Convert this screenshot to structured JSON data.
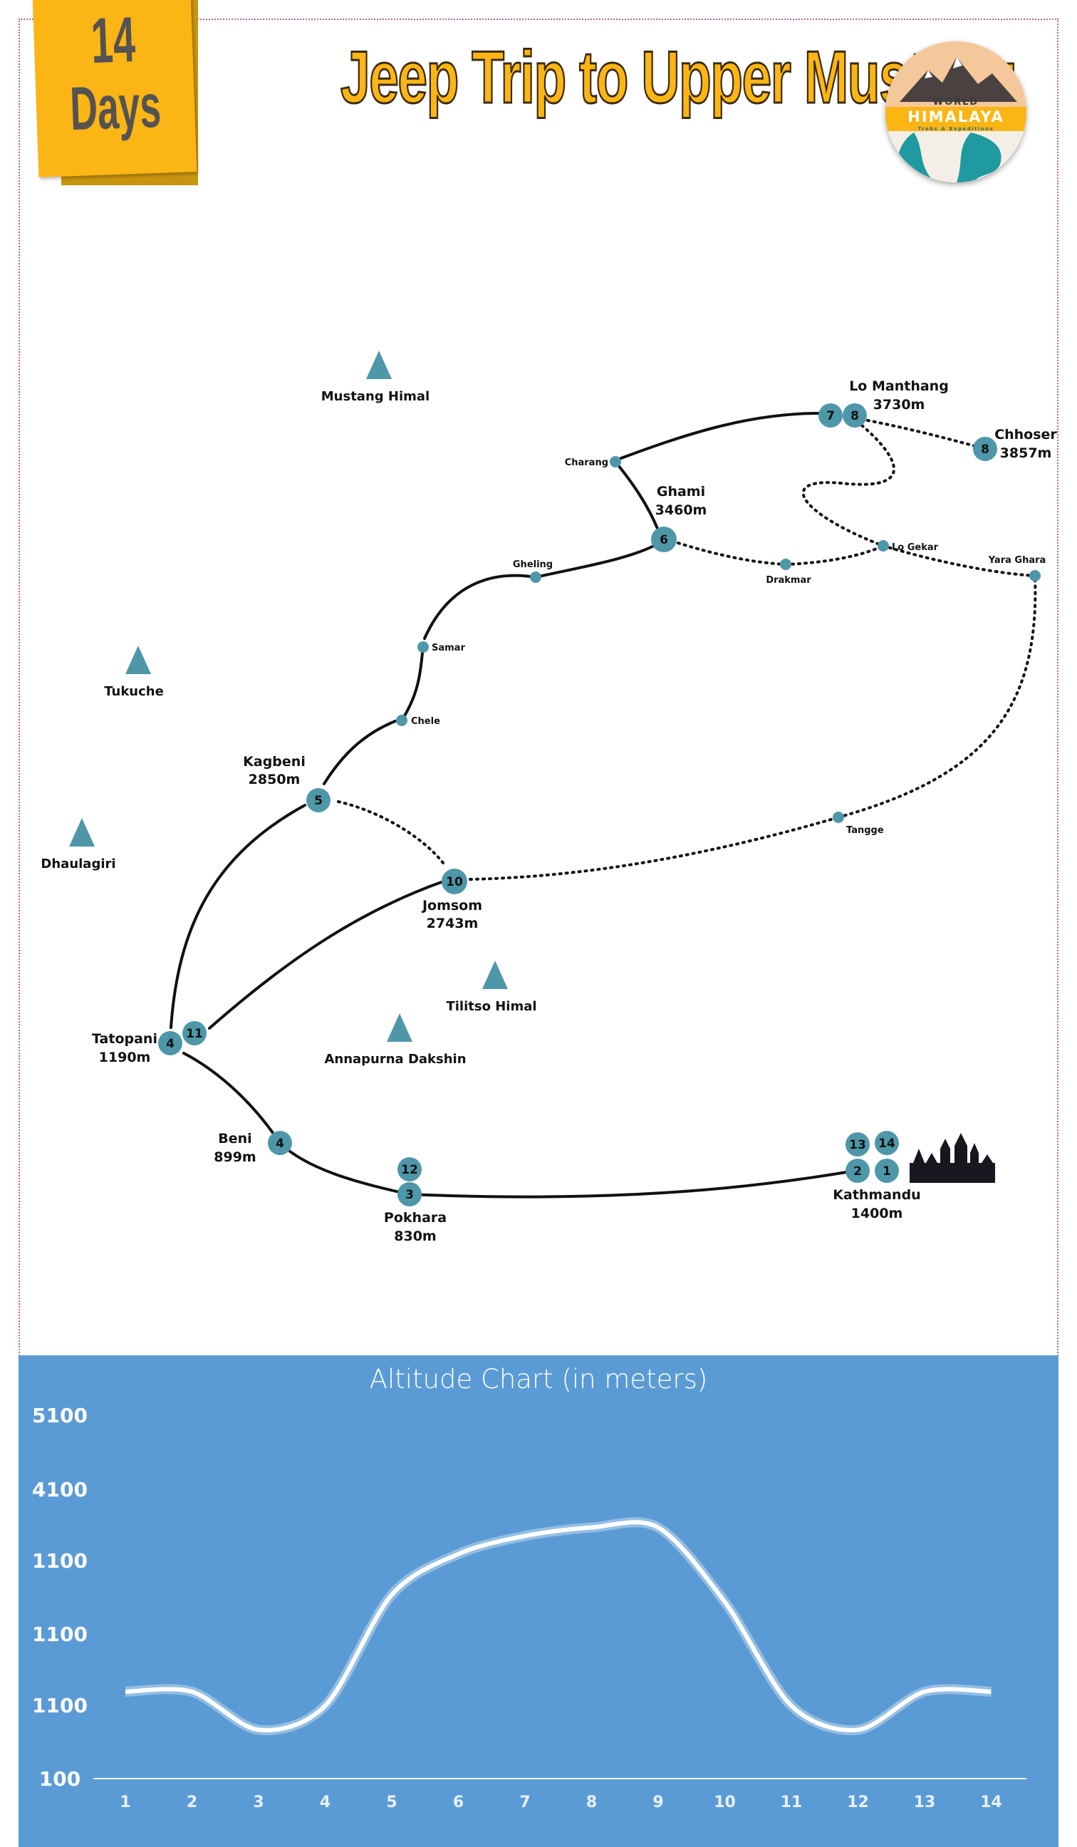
{
  "header": {
    "days_number": "14",
    "days_label": "Days",
    "title": "Jeep Trip to Upper Mustang",
    "logo": {
      "line1": "WORLD",
      "line2": "HIMALAYA",
      "line3": "Treks & Expeditions"
    }
  },
  "peaks": [
    {
      "name": "Mustang Himal"
    },
    {
      "name": "Tukuche"
    },
    {
      "name": "Dhaulagiri"
    },
    {
      "name": "Tilitso Himal"
    },
    {
      "name": "Annapurna Dakshin"
    }
  ],
  "places": {
    "lo_manthang": {
      "name": "Lo Manthang",
      "alt": "3730m"
    },
    "chhoser": {
      "name": "Chhoser",
      "alt": "3857m"
    },
    "ghami": {
      "name": "Ghami",
      "alt": "3460m"
    },
    "kagbeni": {
      "name": "Kagbeni",
      "alt": "2850m"
    },
    "jomsom": {
      "name": "Jomsom",
      "alt": "2743m"
    },
    "tatopani": {
      "name": "Tatopani",
      "alt": "1190m"
    },
    "beni": {
      "name": "Beni",
      "alt": "899m"
    },
    "pokhara": {
      "name": "Pokhara",
      "alt": "830m"
    },
    "kathmandu": {
      "name": "Kathmandu",
      "alt": "1400m"
    }
  },
  "waypoints": {
    "charang": "Charang",
    "gheling": "Gheling",
    "samar": "Samar",
    "chele": "Chele",
    "drakmar": "Drakmar",
    "lo_gekar": "Lo Gekar",
    "yara_ghara": "Yara Ghara",
    "tangge": "Tangge"
  },
  "day_markers": [
    "1",
    "2",
    "3",
    "4",
    "4",
    "5",
    "6",
    "7",
    "8",
    "8",
    "10",
    "11",
    "12",
    "13",
    "14"
  ],
  "chart": {
    "title": "Altitude Chart (in meters)"
  },
  "chart_data": {
    "type": "area",
    "title": "Altitude Chart (in meters)",
    "categories": [
      "1",
      "2",
      "3",
      "4",
      "5",
      "6",
      "7",
      "8",
      "9",
      "10",
      "11",
      "12",
      "13",
      "14"
    ],
    "y_tick_labels": [
      "5100",
      "4100",
      "1100",
      "1100",
      "1100",
      "100"
    ],
    "values": [
      1400,
      1400,
      830,
      1190,
      2850,
      3460,
      3730,
      3857,
      3857,
      2743,
      1190,
      830,
      1400,
      1400
    ],
    "ylim": [
      100,
      5100
    ],
    "grid": false
  },
  "colors": {
    "marker": "#4e97a9",
    "accent": "#fbb515",
    "chart_bg": "#5b9bd5"
  }
}
